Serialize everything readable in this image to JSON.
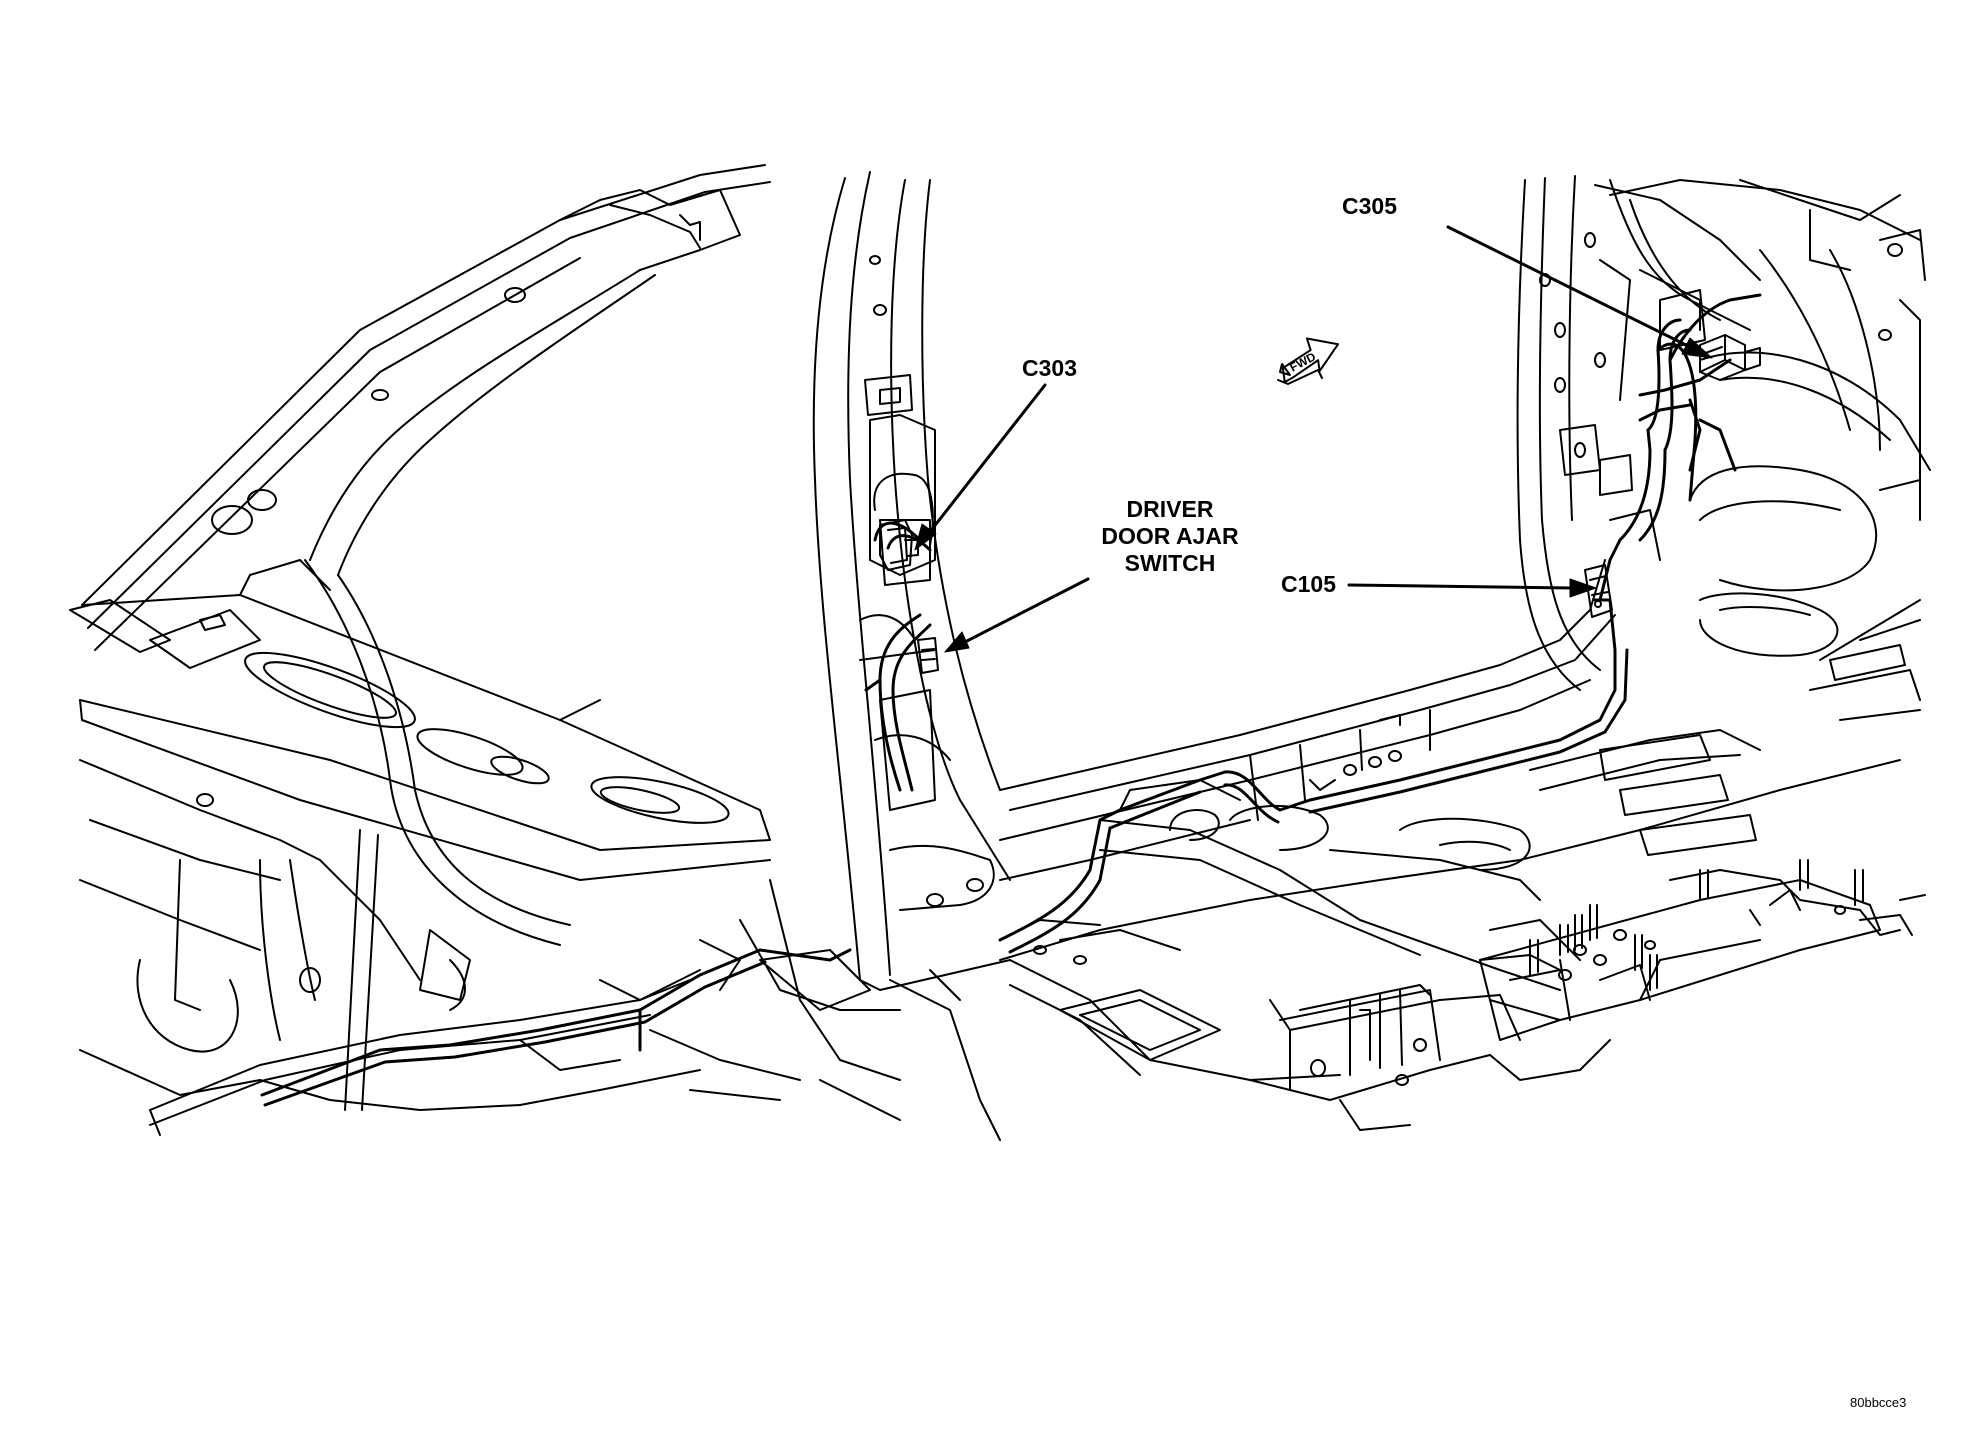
{
  "callouts": {
    "c305": "C305",
    "c303": "C303",
    "c105": "C105",
    "switch_line1": "DRIVER",
    "switch_line2": "DOOR AJAR",
    "switch_line3": "SWITCH"
  },
  "fwd_arrow_text": "FWD",
  "figure_code": "80bbcce3",
  "colors": {
    "line": "#000000",
    "background": "#ffffff"
  }
}
